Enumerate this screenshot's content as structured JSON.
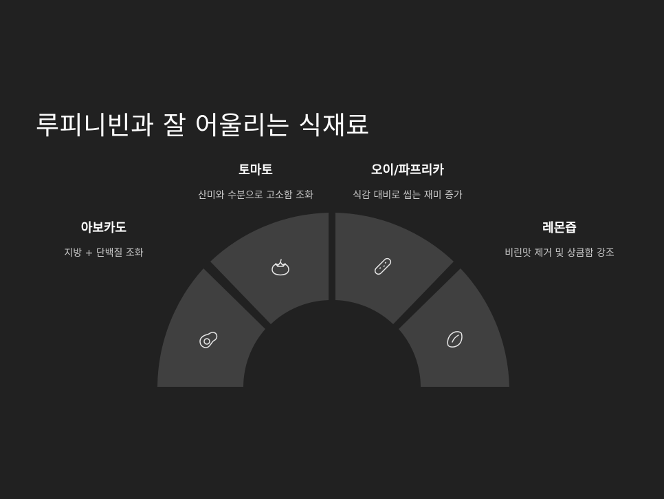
{
  "title": "루피니빈과 잘 어울리는 식재료",
  "colors": {
    "background": "#212121",
    "segment": "#404040",
    "icon_stroke": "#e6e6e6",
    "name_text": "#ffffff",
    "desc_text": "#c9c9c9"
  },
  "items": [
    {
      "name": "아보카도",
      "desc": "지방 + 단백질 조화",
      "icon": "avocado-icon"
    },
    {
      "name": "토마토",
      "desc": "산미와 수분으로 고소함 조화",
      "icon": "tomato-icon"
    },
    {
      "name": "오이/파프리카",
      "desc": "식감 대비로 씹는 재미 증가",
      "icon": "cucumber-icon"
    },
    {
      "name": "레몬즙",
      "desc": "비린맛 제거 및 상큼함 강조",
      "icon": "lemon-icon"
    }
  ]
}
